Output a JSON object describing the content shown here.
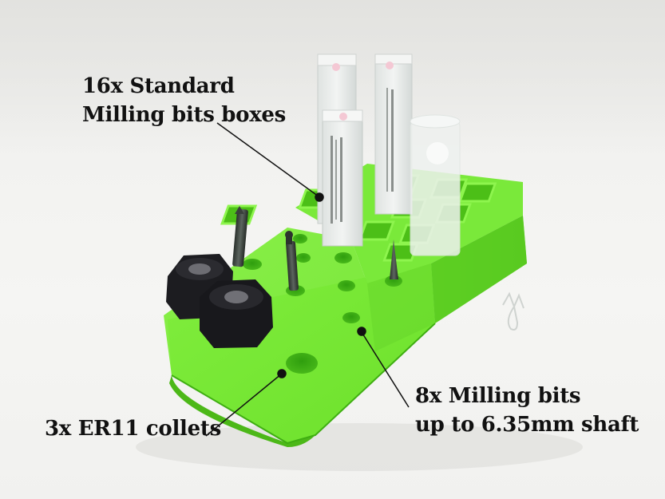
{
  "annotations": {
    "boxes": {
      "line1": "16x Standard",
      "line2": "Milling bits boxes"
    },
    "bits": {
      "line1": "8x Milling bits",
      "line2": "up to 6.35mm shaft"
    },
    "collets": {
      "line1": "3x ER11 collets"
    }
  },
  "colors": {
    "holder_green": "#6ee830",
    "holder_green_dark": "#4fc21c",
    "holder_green_light": "#8cf54a",
    "collet_black": "#1e1e22",
    "box_white": "#e9ecea",
    "label_text": "#111111",
    "background": "#f1f1ef"
  },
  "watermark": {
    "icon": "logo-watermark-icon"
  }
}
